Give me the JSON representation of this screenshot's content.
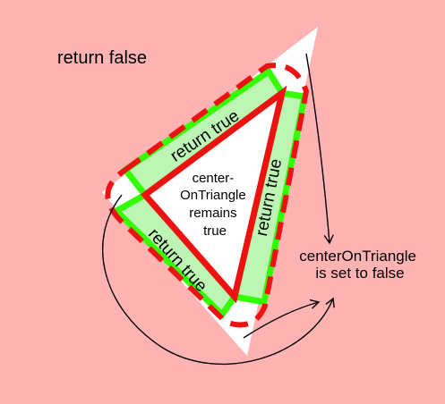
{
  "outside_label": "return false",
  "edge_labels": {
    "top": "return true",
    "right": "return true",
    "left": "return true"
  },
  "center_label": [
    "center-",
    "OnTriangle",
    "remains",
    "true"
  ],
  "result_label": [
    "centerOnTriangle",
    "is set to false"
  ],
  "colors": {
    "background": "#FFB3B3",
    "band_fill": "#BDF5B5",
    "band_stroke": "#33FF00",
    "triangle_stroke": "#EE1111",
    "big_triangle": "#FFFFFF",
    "text": "#000000"
  }
}
